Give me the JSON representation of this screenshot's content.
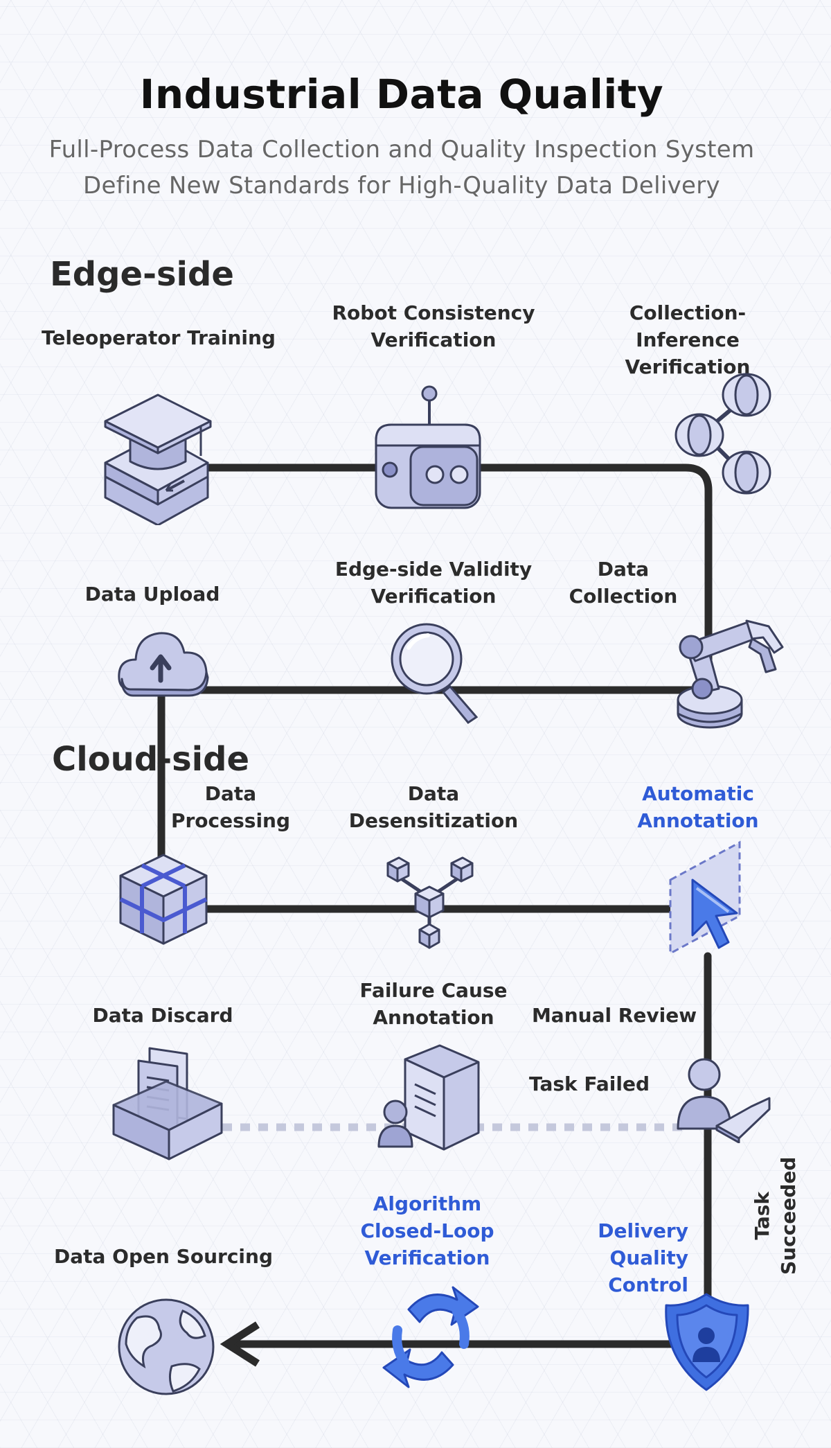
{
  "title": "Industrial Data Quality",
  "subtitle_line1": "Full-Process Data Collection and Quality Inspection System",
  "subtitle_line2": "Define New Standards for High-Quality Data Delivery",
  "sections": {
    "edge": "Edge-side",
    "cloud": "Cloud-side"
  },
  "nodes": {
    "teleoperator_training": "Teleoperator Training",
    "robot_consistency": "Robot Consistency\nVerification",
    "collection_inference": "Collection-Inference\nVerification",
    "data_upload": "Data Upload",
    "edge_validity": "Edge-side Validity\nVerification",
    "data_collection": "Data\nCollection",
    "data_processing": "Data\nProcessing",
    "data_desensitization": "Data\nDesensitization",
    "automatic_annotation": "Automatic\nAnnotation",
    "data_discard": "Data Discard",
    "failure_cause": "Failure Cause\nAnnotation",
    "manual_review": "Manual Review",
    "task_failed": "Task Failed",
    "task_succeeded": "Task\nSucceeded",
    "data_open_sourcing": "Data Open Sourcing",
    "algorithm_closed_loop": "Algorithm\nClosed-Loop\nVerification",
    "delivery_qc": "Delivery\nQuality Control"
  },
  "colors": {
    "line": "#2b2b2b",
    "dashed": "#c4c8dc",
    "accent_blue": "#2f5bd6",
    "icon_fill": "#c9cdec",
    "icon_stroke": "#3a3f5c"
  },
  "icons": [
    "graduation-cap-icon",
    "robot-icon",
    "molecule-icon",
    "cloud-upload-icon",
    "magnifier-icon",
    "robot-arm-icon",
    "cube-icon",
    "network-icon",
    "cursor-icon",
    "document-tray-icon",
    "user-document-icon",
    "user-laptop-icon",
    "globe-icon",
    "sync-icon",
    "shield-icon"
  ]
}
